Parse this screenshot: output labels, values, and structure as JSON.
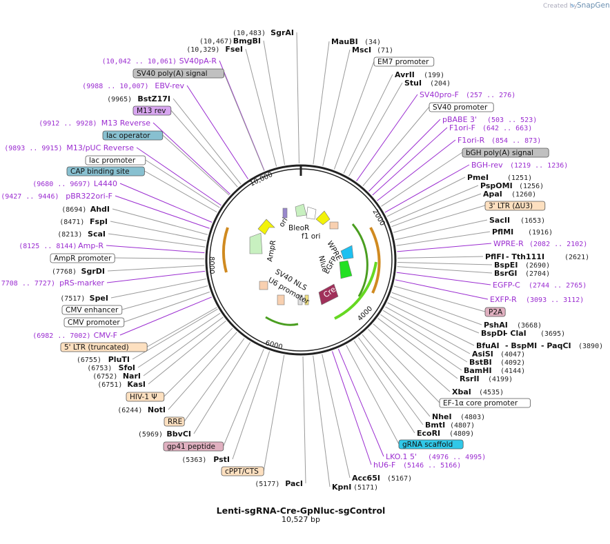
{
  "credit": {
    "created_by": "Created by",
    "brand": "SnapGene"
  },
  "plasmid": {
    "name": "Lenti-sgRNA-Cre-GpNluc-sgControl",
    "size": "10,527 bp"
  },
  "ticks": [
    "2000",
    "4000",
    "6000",
    "8000",
    "10,000"
  ],
  "inner_labels": [
    "BleoR",
    "f1 ori",
    "WPRE",
    "Nluc",
    "EGFP",
    "Cre",
    "U6 promoter",
    "SV40 NLS",
    "AmpR",
    "ori"
  ],
  "left_enzymes": [
    {
      "pos": "(10,483)",
      "name": "SgrAI"
    },
    {
      "pos": "(10,467)",
      "name": "BmgBI"
    },
    {
      "pos": "(10,329)",
      "name": "FseI"
    },
    {
      "pos": "(9965)",
      "name": "BstZ17I"
    },
    {
      "pos": "(8694)",
      "name": "AhdI"
    },
    {
      "pos": "(8471)",
      "name": "FspI"
    },
    {
      "pos": "(8213)",
      "name": "ScaI"
    },
    {
      "pos": "(7768)",
      "name": "SgrDI"
    },
    {
      "pos": "(7517)",
      "name": "SpeI"
    },
    {
      "pos": "(6755)",
      "name": "PluTI"
    },
    {
      "pos": "(6753)",
      "name": "SfoI"
    },
    {
      "pos": "(6752)",
      "name": "NarI"
    },
    {
      "pos": "(6751)",
      "name": "KasI"
    },
    {
      "pos": "(6244)",
      "name": "NotI"
    },
    {
      "pos": "(5969)",
      "name": "BbvCI"
    },
    {
      "pos": "(5363)",
      "name": "PstI"
    },
    {
      "pos": "(5177)",
      "name": "PacI"
    }
  ],
  "left_primers": [
    {
      "pos": "(10,042 .. 10,061)",
      "name": "SV40pA-R"
    },
    {
      "pos": "(9988 .. 10,007)",
      "name": "EBV-rev"
    },
    {
      "pos": "(9912 .. 9928)",
      "name": "M13 Reverse"
    },
    {
      "pos": "(9893 .. 9915)",
      "name": "M13/pUC Reverse"
    },
    {
      "pos": "(9680 .. 9697)",
      "name": "L4440"
    },
    {
      "pos": "(9427 .. 9446)",
      "name": "pBR322ori-F"
    },
    {
      "pos": "(8125 .. 8144)",
      "name": "Amp-R"
    },
    {
      "pos": "(7708 .. 7727)",
      "name": "pRS-marker"
    },
    {
      "pos": "(6982 .. 7002)",
      "name": "CMV-F"
    }
  ],
  "left_features": [
    "SV40 poly(A) signal",
    "M13 rev",
    "lac operator",
    "lac promoter",
    "CAP binding site",
    "AmpR promoter",
    "CMV enhancer",
    "CMV promoter",
    "5' LTR (truncated)",
    "HIV-1 Ψ",
    "RRE",
    "gp41 peptide",
    "cPPT/CTS"
  ],
  "right_enzymes": [
    {
      "name": "MauBI",
      "pos": "(34)"
    },
    {
      "name": "MscI",
      "pos": "(71)"
    },
    {
      "name": "AvrII",
      "pos": "(199)"
    },
    {
      "name": "StuI",
      "pos": "(204)"
    },
    {
      "name": "PmeI",
      "pos": "(1251)"
    },
    {
      "name": "PspOMI",
      "pos": "(1256)"
    },
    {
      "name": "ApaI",
      "pos": "(1260)"
    },
    {
      "name": "SacII",
      "pos": "(1653)"
    },
    {
      "name": "PflMI",
      "pos": "(1916)"
    },
    {
      "name": "PflFI",
      "pos": ""
    },
    {
      "name": "- Tth111I",
      "pos": "(2621)"
    },
    {
      "name": "BspEI",
      "pos": "(2690)"
    },
    {
      "name": "BsrGI",
      "pos": "(2704)"
    },
    {
      "name": "PshAI",
      "pos": "(3668)"
    },
    {
      "name": "BspDI",
      "pos": ""
    },
    {
      "name": "- ClaI",
      "pos": "(3695)"
    },
    {
      "name": "BfuAI",
      "pos": ""
    },
    {
      "name": "- BspMI",
      "pos": ""
    },
    {
      "name": "- PaqCI",
      "pos": "(3890)"
    },
    {
      "name": "AsiSI",
      "pos": "(4047)"
    },
    {
      "name": "BstBI",
      "pos": "(4092)"
    },
    {
      "name": "BamHI",
      "pos": "(4144)"
    },
    {
      "name": "RsrII",
      "pos": "(4199)"
    },
    {
      "name": "XbaI",
      "pos": "(4535)"
    },
    {
      "name": "NheI",
      "pos": "(4803)"
    },
    {
      "name": "BmtI",
      "pos": "(4807)"
    },
    {
      "name": "EcoRI",
      "pos": "(4809)"
    },
    {
      "name": "Acc65I",
      "pos": "(5167)"
    },
    {
      "name": "KpnI",
      "pos": "(5171)"
    }
  ],
  "right_primers": [
    {
      "name": "SV40pro-F",
      "pos": "(257 .. 276)"
    },
    {
      "name": "pBABE 3'",
      "pos": "(503 .. 523)"
    },
    {
      "name": "F1ori-F",
      "pos": "(642 .. 663)"
    },
    {
      "name": "F1ori-R",
      "pos": "(854 .. 873)"
    },
    {
      "name": "BGH-rev",
      "pos": "(1219 .. 1236)"
    },
    {
      "name": "WPRE-R",
      "pos": "(2082 .. 2102)"
    },
    {
      "name": "EGFP-C",
      "pos": "(2744 .. 2765)"
    },
    {
      "name": "EXFP-R",
      "pos": "(3093 .. 3112)"
    },
    {
      "name": "LKO.1 5'",
      "pos": "(4976 .. 4995)"
    },
    {
      "name": "hU6-F",
      "pos": "(5146 .. 5166)"
    }
  ],
  "right_features": [
    "EM7 promoter",
    "SV40 promoter",
    "bGH poly(A) signal",
    "3' LTR (ΔU3)",
    "P2A",
    "EF-1α core promoter",
    "gRNA scaffold"
  ],
  "colors": {
    "primer": "#9a2bd0",
    "ring": "#222222"
  }
}
